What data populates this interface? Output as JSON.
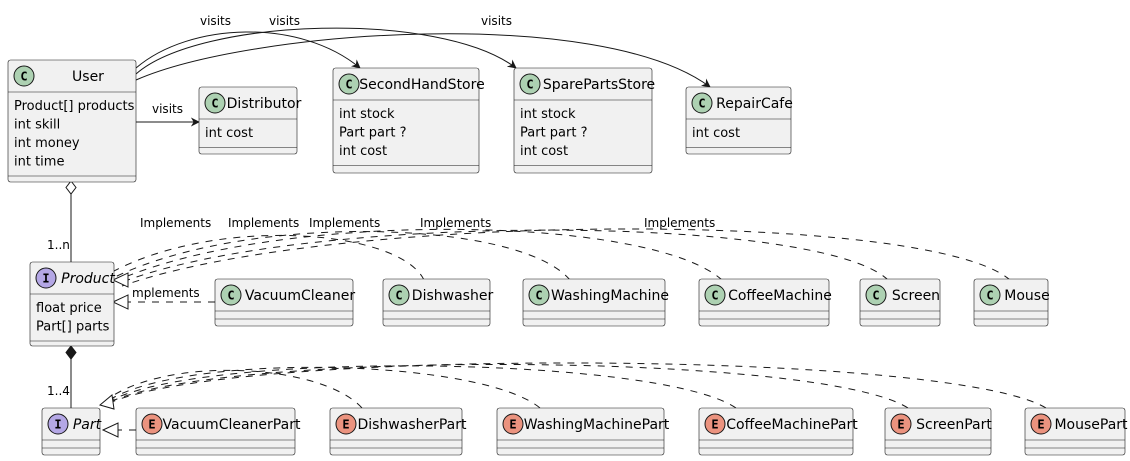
{
  "colors": {
    "class_badge": "#add1b2",
    "interface_badge": "#b4a7e5",
    "enum_badge": "#eb937f",
    "box_fill": "#f1f1f1",
    "border": "#181818"
  },
  "classes": {
    "user": {
      "kind": "C",
      "name": "User",
      "attributes": [
        "Product[] products",
        "int skill",
        "int money",
        "int time"
      ]
    },
    "distributor": {
      "kind": "C",
      "name": "Distributor",
      "attributes": [
        "int cost"
      ]
    },
    "secondhand": {
      "kind": "C",
      "name": "SecondHandStore",
      "attributes": [
        "int stock",
        "Part part ?",
        "int cost"
      ]
    },
    "spareparts": {
      "kind": "C",
      "name": "SparePartsStore",
      "attributes": [
        "int stock",
        "Part part ?",
        "int cost"
      ]
    },
    "repaircafe": {
      "kind": "C",
      "name": "RepairCafe",
      "attributes": [
        "int cost"
      ]
    },
    "product": {
      "kind": "I",
      "name": "Product",
      "attributes": [
        "float price",
        "Part[] parts"
      ]
    },
    "vacuum": {
      "kind": "C",
      "name": "VacuumCleaner",
      "attributes": []
    },
    "dishwasher": {
      "kind": "C",
      "name": "Dishwasher",
      "attributes": []
    },
    "washing": {
      "kind": "C",
      "name": "WashingMachine",
      "attributes": []
    },
    "coffee": {
      "kind": "C",
      "name": "CoffeeMachine",
      "attributes": []
    },
    "screen": {
      "kind": "C",
      "name": "Screen",
      "attributes": []
    },
    "mouse": {
      "kind": "C",
      "name": "Mouse",
      "attributes": []
    },
    "part": {
      "kind": "I",
      "name": "Part",
      "attributes": []
    },
    "vacuumpart": {
      "kind": "E",
      "name": "VacuumCleanerPart",
      "attributes": []
    },
    "dishwasherpart": {
      "kind": "E",
      "name": "DishwasherPart",
      "attributes": []
    },
    "washingpart": {
      "kind": "E",
      "name": "WashingMachinePart",
      "attributes": []
    },
    "coffeepart": {
      "kind": "E",
      "name": "CoffeeMachinePart",
      "attributes": []
    },
    "screenpart": {
      "kind": "E",
      "name": "ScreenPart",
      "attributes": []
    },
    "mousepart": {
      "kind": "E",
      "name": "MousePart",
      "attributes": []
    }
  },
  "labels": {
    "visits": "visits",
    "implements": "Implements",
    "implements_clipped": "mplements",
    "mult_products": "1..n",
    "mult_parts": "1..4"
  }
}
